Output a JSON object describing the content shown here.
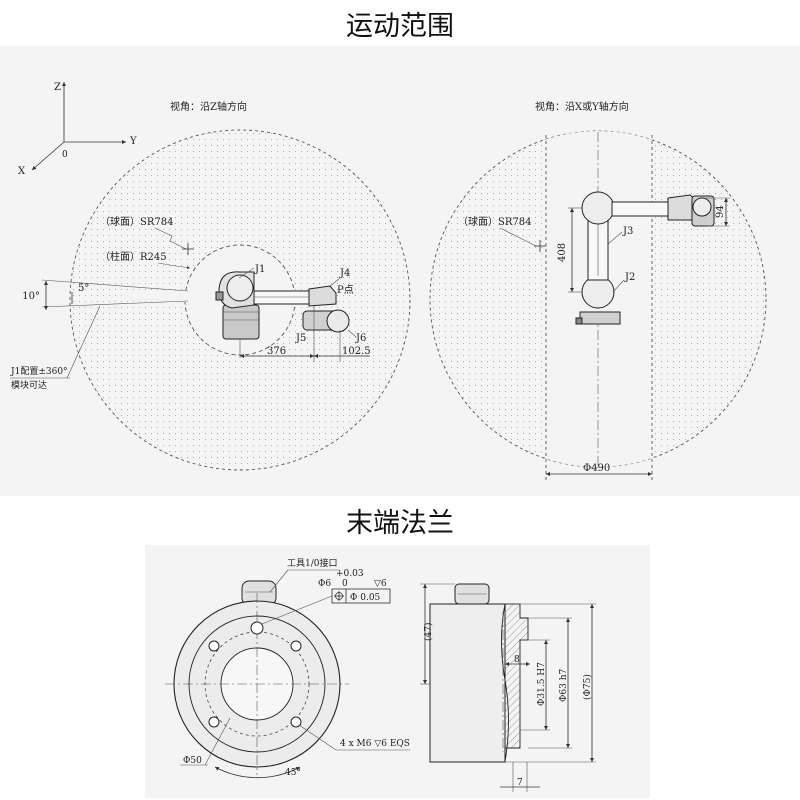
{
  "titles": {
    "range": "运动范围",
    "flange": "末端法兰"
  },
  "axes": {
    "z": "Z",
    "y": "Y",
    "x": "X",
    "origin": "0"
  },
  "top_view": {
    "caption": "视角：沿Z轴方向",
    "sphere_label": "（球面）SR784",
    "cylinder_label": "（柱面）R245",
    "angle_10": "10°",
    "angle_5": "5°",
    "j1": "J1",
    "j4": "J4",
    "p_point": "P点",
    "j5": "J5",
    "j6": "J6",
    "dim_376": "376",
    "dim_102": "102.5",
    "j1_note_line1": "J1配置±360°",
    "j1_note_line2": "模块可达"
  },
  "side_view": {
    "caption": "视角：沿X或Y轴方向",
    "sphere_label": "（球面）SR784",
    "j3": "J3",
    "j2": "J2",
    "dim_408": "408",
    "dim_94": "94",
    "dim_490": "Φ490"
  },
  "flange_front": {
    "io_label": "工具1/0接口",
    "tol_plus": "+0.03",
    "tol_zero": "0",
    "hole_dia": "Φ6",
    "depth": "▽6",
    "pos_tol": "Φ 0.05",
    "thread_note": "4 x M6 ▽6 EQS",
    "dia_50": "Φ50",
    "angle_45": "45°"
  },
  "flange_side": {
    "dim_47": "(47)",
    "dim_8": "8",
    "dim_31": "Φ31.5 H7",
    "dim_63": "Φ63 h7",
    "dim_75": "(Φ75)",
    "dim_7": "7"
  }
}
